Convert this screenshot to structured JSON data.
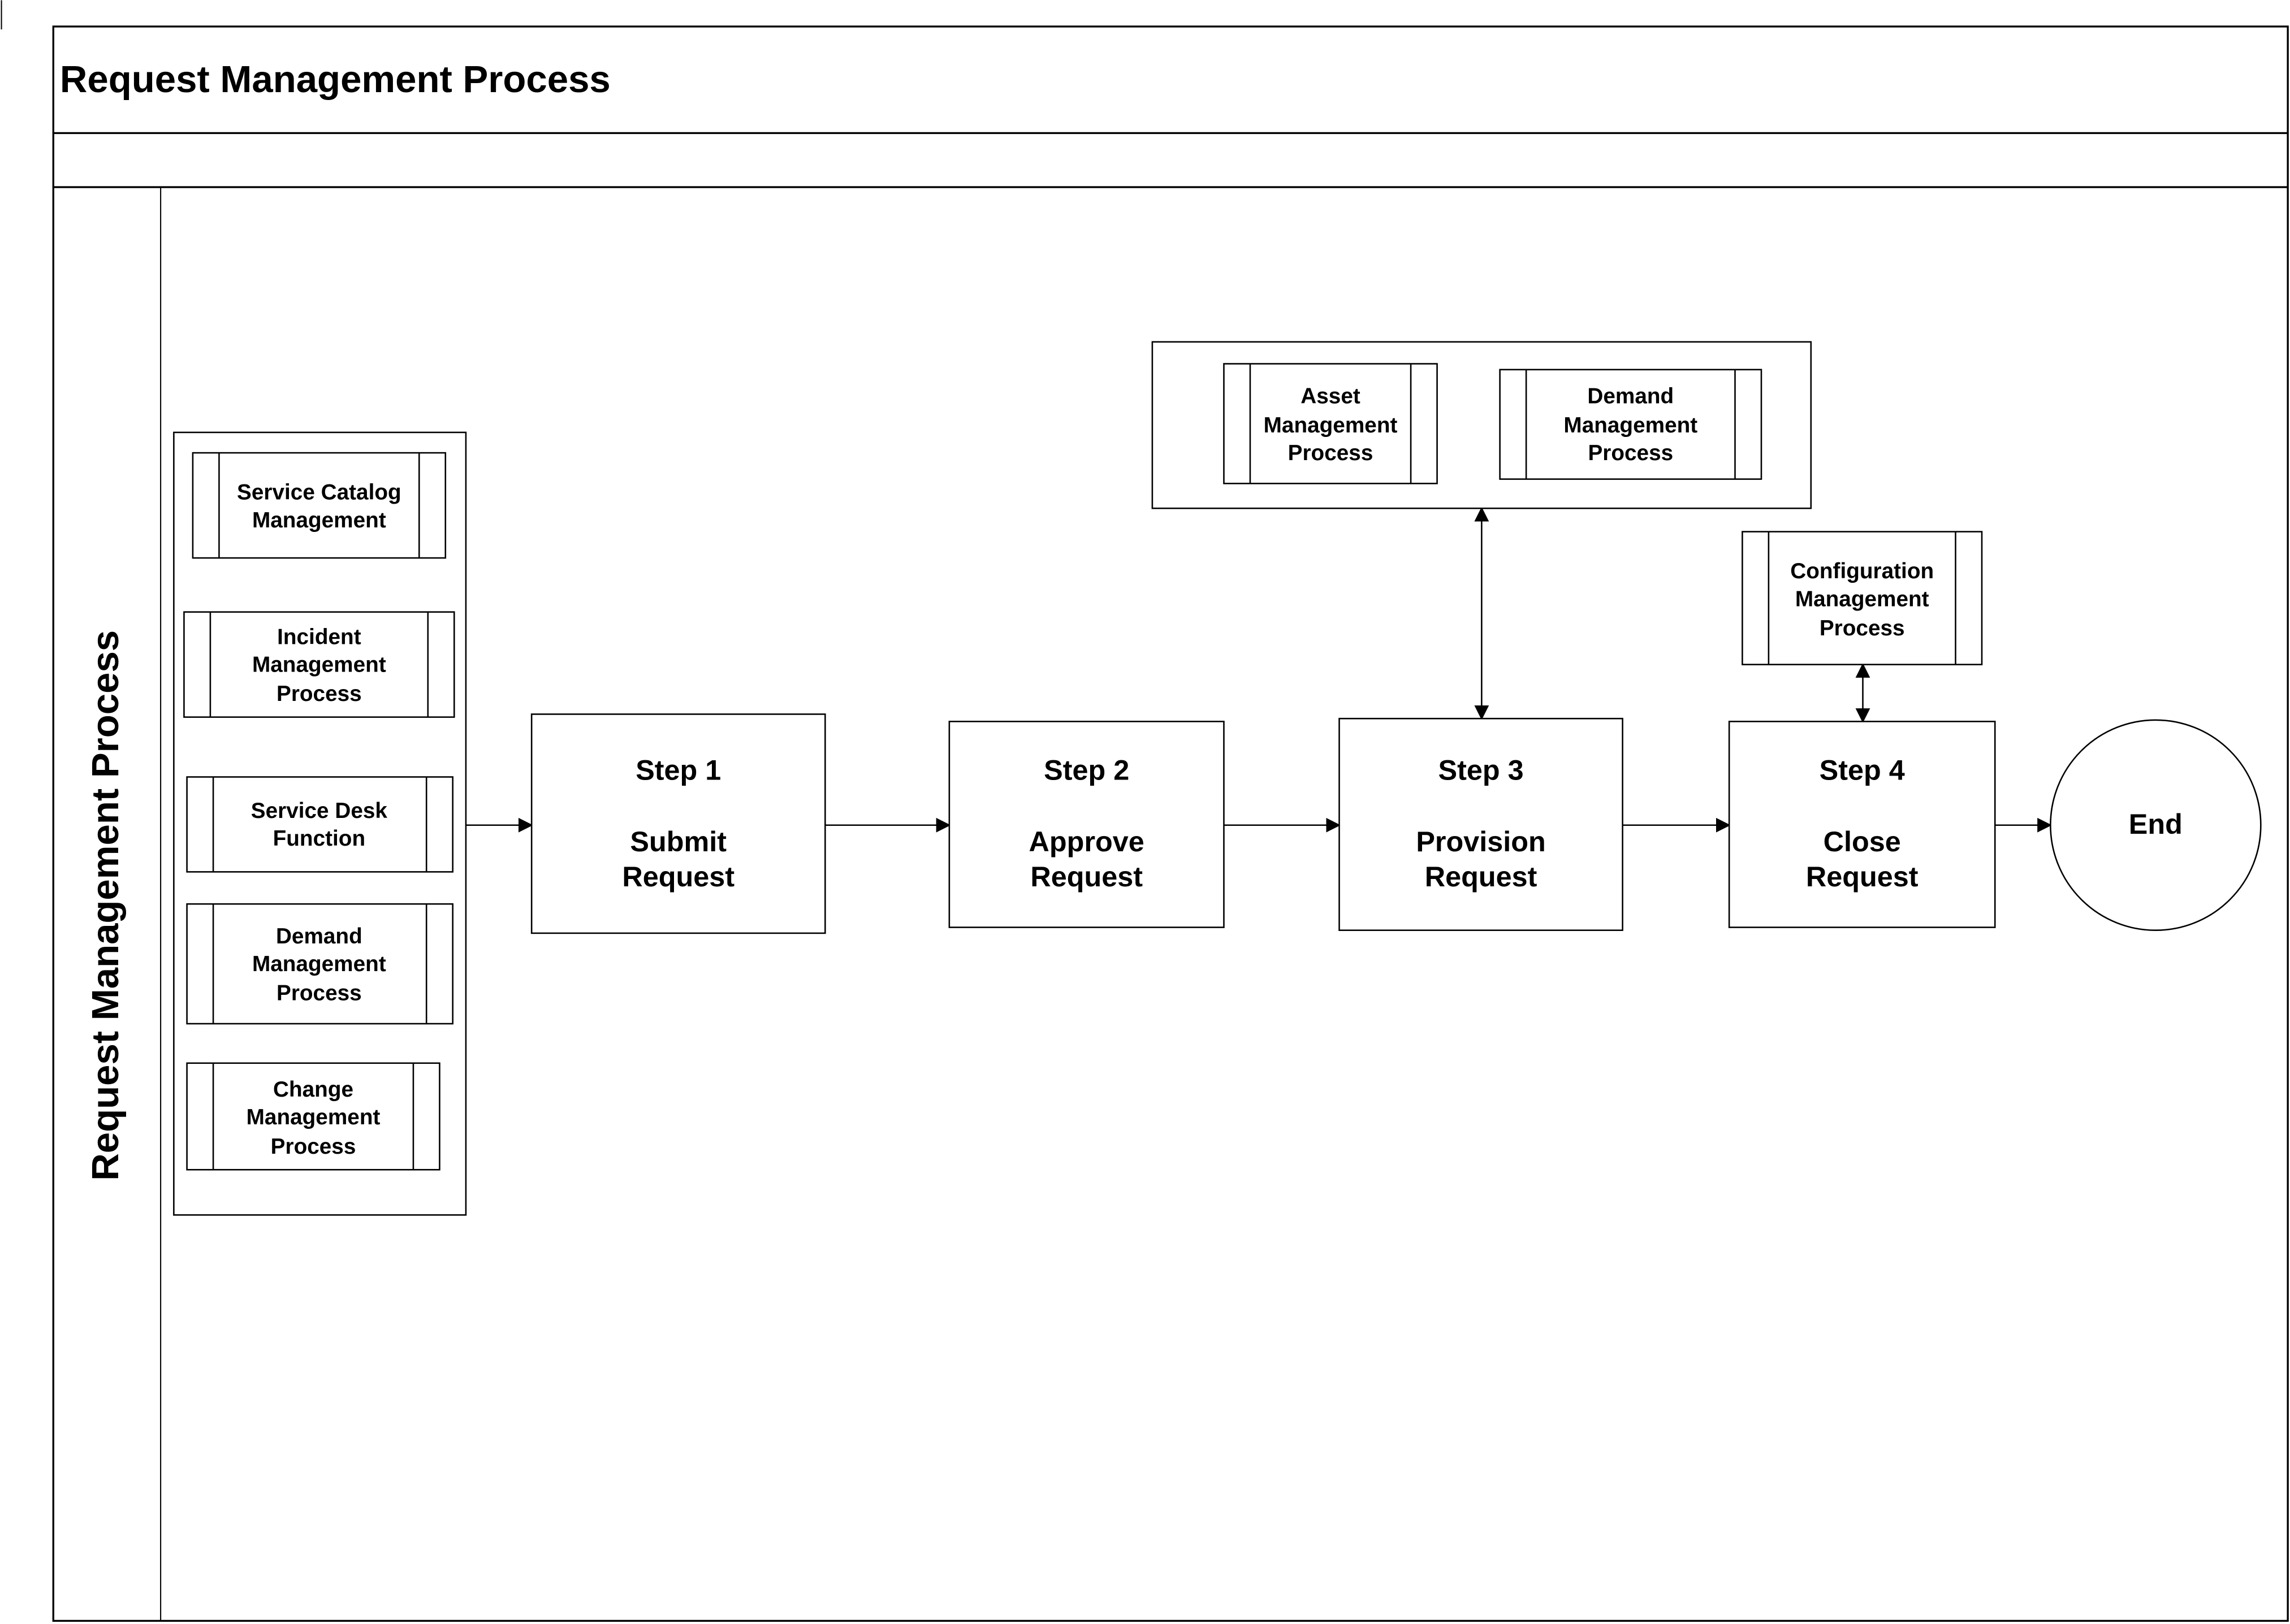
{
  "header": {
    "title": "Request Management Process"
  },
  "lane": {
    "label": "Request Management Process"
  },
  "inputs": [
    {
      "lines": [
        "Service Catalog",
        "Management"
      ]
    },
    {
      "lines": [
        "Incident",
        "Management",
        "Process"
      ]
    },
    {
      "lines": [
        "Service Desk",
        "Function"
      ]
    },
    {
      "lines": [
        "Demand",
        "Management",
        "Process"
      ]
    },
    {
      "lines": [
        "Change",
        "Management",
        "Process"
      ]
    }
  ],
  "steps": [
    {
      "step": "Step 1",
      "lines": [
        "Submit",
        "Request"
      ]
    },
    {
      "step": "Step 2",
      "lines": [
        "Approve",
        "Request"
      ]
    },
    {
      "step": "Step 3",
      "lines": [
        "Provision",
        "Request"
      ]
    },
    {
      "step": "Step 4",
      "lines": [
        "Close",
        "Request"
      ]
    }
  ],
  "end": {
    "label": "End"
  },
  "provision_related": [
    {
      "lines": [
        "Asset",
        "Management",
        "Process"
      ]
    },
    {
      "lines": [
        "Demand",
        "Management",
        "Process"
      ]
    }
  ],
  "close_related": {
    "lines": [
      "Configuration",
      "Management",
      "Process"
    ]
  }
}
